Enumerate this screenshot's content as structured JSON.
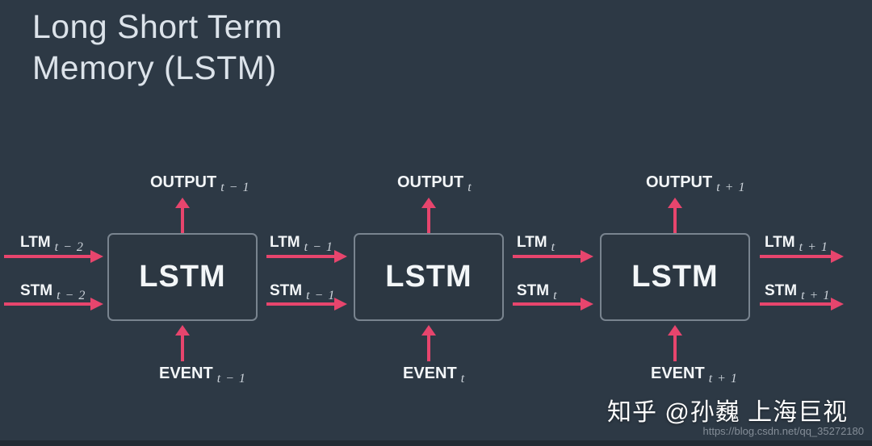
{
  "title": {
    "line1": "Long Short Term",
    "line2": "Memory (LSTM)"
  },
  "blocks": [
    {
      "label": "LSTM",
      "output": {
        "text": "OUTPUT",
        "sub": "t − 1"
      },
      "event": {
        "text": "EVENT",
        "sub": "t − 1"
      }
    },
    {
      "label": "LSTM",
      "output": {
        "text": "OUTPUT",
        "sub": "t"
      },
      "event": {
        "text": "EVENT",
        "sub": "t"
      }
    },
    {
      "label": "LSTM",
      "output": {
        "text": "OUTPUT",
        "sub": "t + 1"
      },
      "event": {
        "text": "EVENT",
        "sub": "t + 1"
      }
    }
  ],
  "connections": [
    {
      "ltm": {
        "text": "LTM",
        "sub": "t − 2"
      },
      "stm": {
        "text": "STM",
        "sub": "t − 2"
      }
    },
    {
      "ltm": {
        "text": "LTM",
        "sub": "t − 1"
      },
      "stm": {
        "text": "STM",
        "sub": "t − 1"
      }
    },
    {
      "ltm": {
        "text": "LTM",
        "sub": "t"
      },
      "stm": {
        "text": "STM",
        "sub": "t"
      }
    },
    {
      "ltm": {
        "text": "LTM",
        "sub": "t + 1"
      },
      "stm": {
        "text": "STM",
        "sub": "t + 1"
      }
    }
  ],
  "watermark": {
    "brand": "知乎 @孙巍 上海巨视",
    "url": "https://blog.csdn.net/qq_35272180"
  },
  "colors": {
    "background": "#2d3945",
    "arrow": "#e7456d",
    "box_fill": "#2c3742",
    "box_border": "#79848f",
    "text_primary": "#f3f6f8",
    "text_subscript": "#ccd3da",
    "title": "#dce3ea",
    "url": "#848d97"
  }
}
